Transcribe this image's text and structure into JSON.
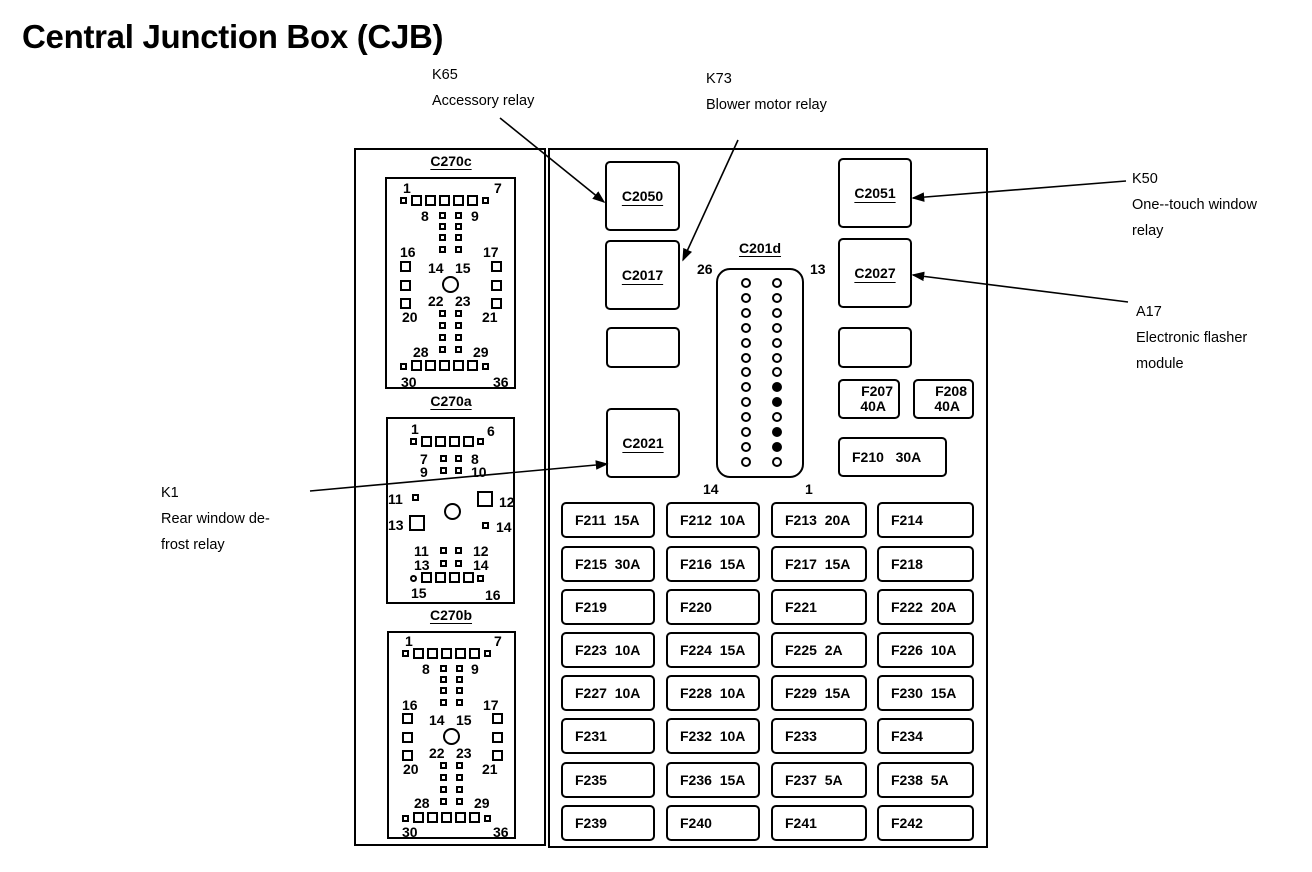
{
  "title": "Central Junction Box (CJB)",
  "callouts": {
    "k65": {
      "code": "K65",
      "desc": "Accessory relay"
    },
    "k73": {
      "code": "K73",
      "desc": "Blower motor relay"
    },
    "k50": {
      "code": "K50",
      "desc_line1": "One--touch window",
      "desc_line2": "relay"
    },
    "a17": {
      "code": "A17",
      "desc_line1": "Electronic flasher",
      "desc_line2": "module"
    },
    "k1": {
      "code": "K1",
      "desc_line1": "Rear window de-",
      "desc_line2": "frost relay"
    }
  },
  "connectors": {
    "c270c": {
      "label": "C270c",
      "pins": {
        "p1": "1",
        "p7": "7",
        "p8": "8",
        "p9": "9",
        "p16": "16",
        "p17": "17",
        "p14": "14",
        "p15": "15",
        "p22": "22",
        "p23": "23",
        "p20": "20",
        "p21": "21",
        "p28": "28",
        "p29": "29",
        "p30": "30",
        "p36": "36"
      }
    },
    "c270a": {
      "label": "C270a",
      "pins": {
        "p1": "1",
        "p6": "6",
        "p7": "7",
        "p8": "8",
        "p9": "9",
        "p10": "10",
        "p11": "11",
        "p12": "12",
        "p13": "13",
        "p14": "14",
        "p11b": "11",
        "p12b": "12",
        "p13b": "13",
        "p14b": "14",
        "p15": "15",
        "p16": "16"
      }
    },
    "c270b": {
      "label": "C270b",
      "pins": {
        "p1": "1",
        "p7": "7",
        "p8": "8",
        "p9": "9",
        "p16": "16",
        "p17": "17",
        "p14": "14",
        "p15": "15",
        "p22": "22",
        "p23": "23",
        "p20": "20",
        "p21": "21",
        "p28": "28",
        "p29": "29",
        "p30": "30",
        "p36": "36"
      }
    },
    "c201d": {
      "label": "C201d",
      "pin_tl": "26",
      "pin_tr": "13",
      "pin_bl": "14",
      "pin_br": "1",
      "filled_right_column_rows": [
        8,
        9,
        11,
        12
      ],
      "rows": 13
    }
  },
  "relays": {
    "c2050": "C2050",
    "c2017": "C2017",
    "c2021": "C2021",
    "c2051": "C2051",
    "c2027": "C2027"
  },
  "large_fuses": {
    "f207": {
      "id": "F207",
      "rating": "40A"
    },
    "f208": {
      "id": "F208",
      "rating": "40A"
    },
    "f210": {
      "id": "F210",
      "rating": "30A"
    }
  },
  "fuses": [
    {
      "id": "F211",
      "rating": "15A"
    },
    {
      "id": "F212",
      "rating": "10A"
    },
    {
      "id": "F213",
      "rating": "20A"
    },
    {
      "id": "F214",
      "rating": ""
    },
    {
      "id": "F215",
      "rating": "30A"
    },
    {
      "id": "F216",
      "rating": "15A"
    },
    {
      "id": "F217",
      "rating": "15A"
    },
    {
      "id": "F218",
      "rating": ""
    },
    {
      "id": "F219",
      "rating": ""
    },
    {
      "id": "F220",
      "rating": ""
    },
    {
      "id": "F221",
      "rating": ""
    },
    {
      "id": "F222",
      "rating": "20A"
    },
    {
      "id": "F223",
      "rating": "10A"
    },
    {
      "id": "F224",
      "rating": "15A"
    },
    {
      "id": "F225",
      "rating": "2A"
    },
    {
      "id": "F226",
      "rating": "10A"
    },
    {
      "id": "F227",
      "rating": "10A"
    },
    {
      "id": "F228",
      "rating": "10A"
    },
    {
      "id": "F229",
      "rating": "15A"
    },
    {
      "id": "F230",
      "rating": "15A"
    },
    {
      "id": "F231",
      "rating": ""
    },
    {
      "id": "F232",
      "rating": "10A"
    },
    {
      "id": "F233",
      "rating": ""
    },
    {
      "id": "F234",
      "rating": ""
    },
    {
      "id": "F235",
      "rating": ""
    },
    {
      "id": "F236",
      "rating": "15A"
    },
    {
      "id": "F237",
      "rating": "5A"
    },
    {
      "id": "F238",
      "rating": "5A"
    },
    {
      "id": "F239",
      "rating": ""
    },
    {
      "id": "F240",
      "rating": ""
    },
    {
      "id": "F241",
      "rating": ""
    },
    {
      "id": "F242",
      "rating": ""
    }
  ]
}
